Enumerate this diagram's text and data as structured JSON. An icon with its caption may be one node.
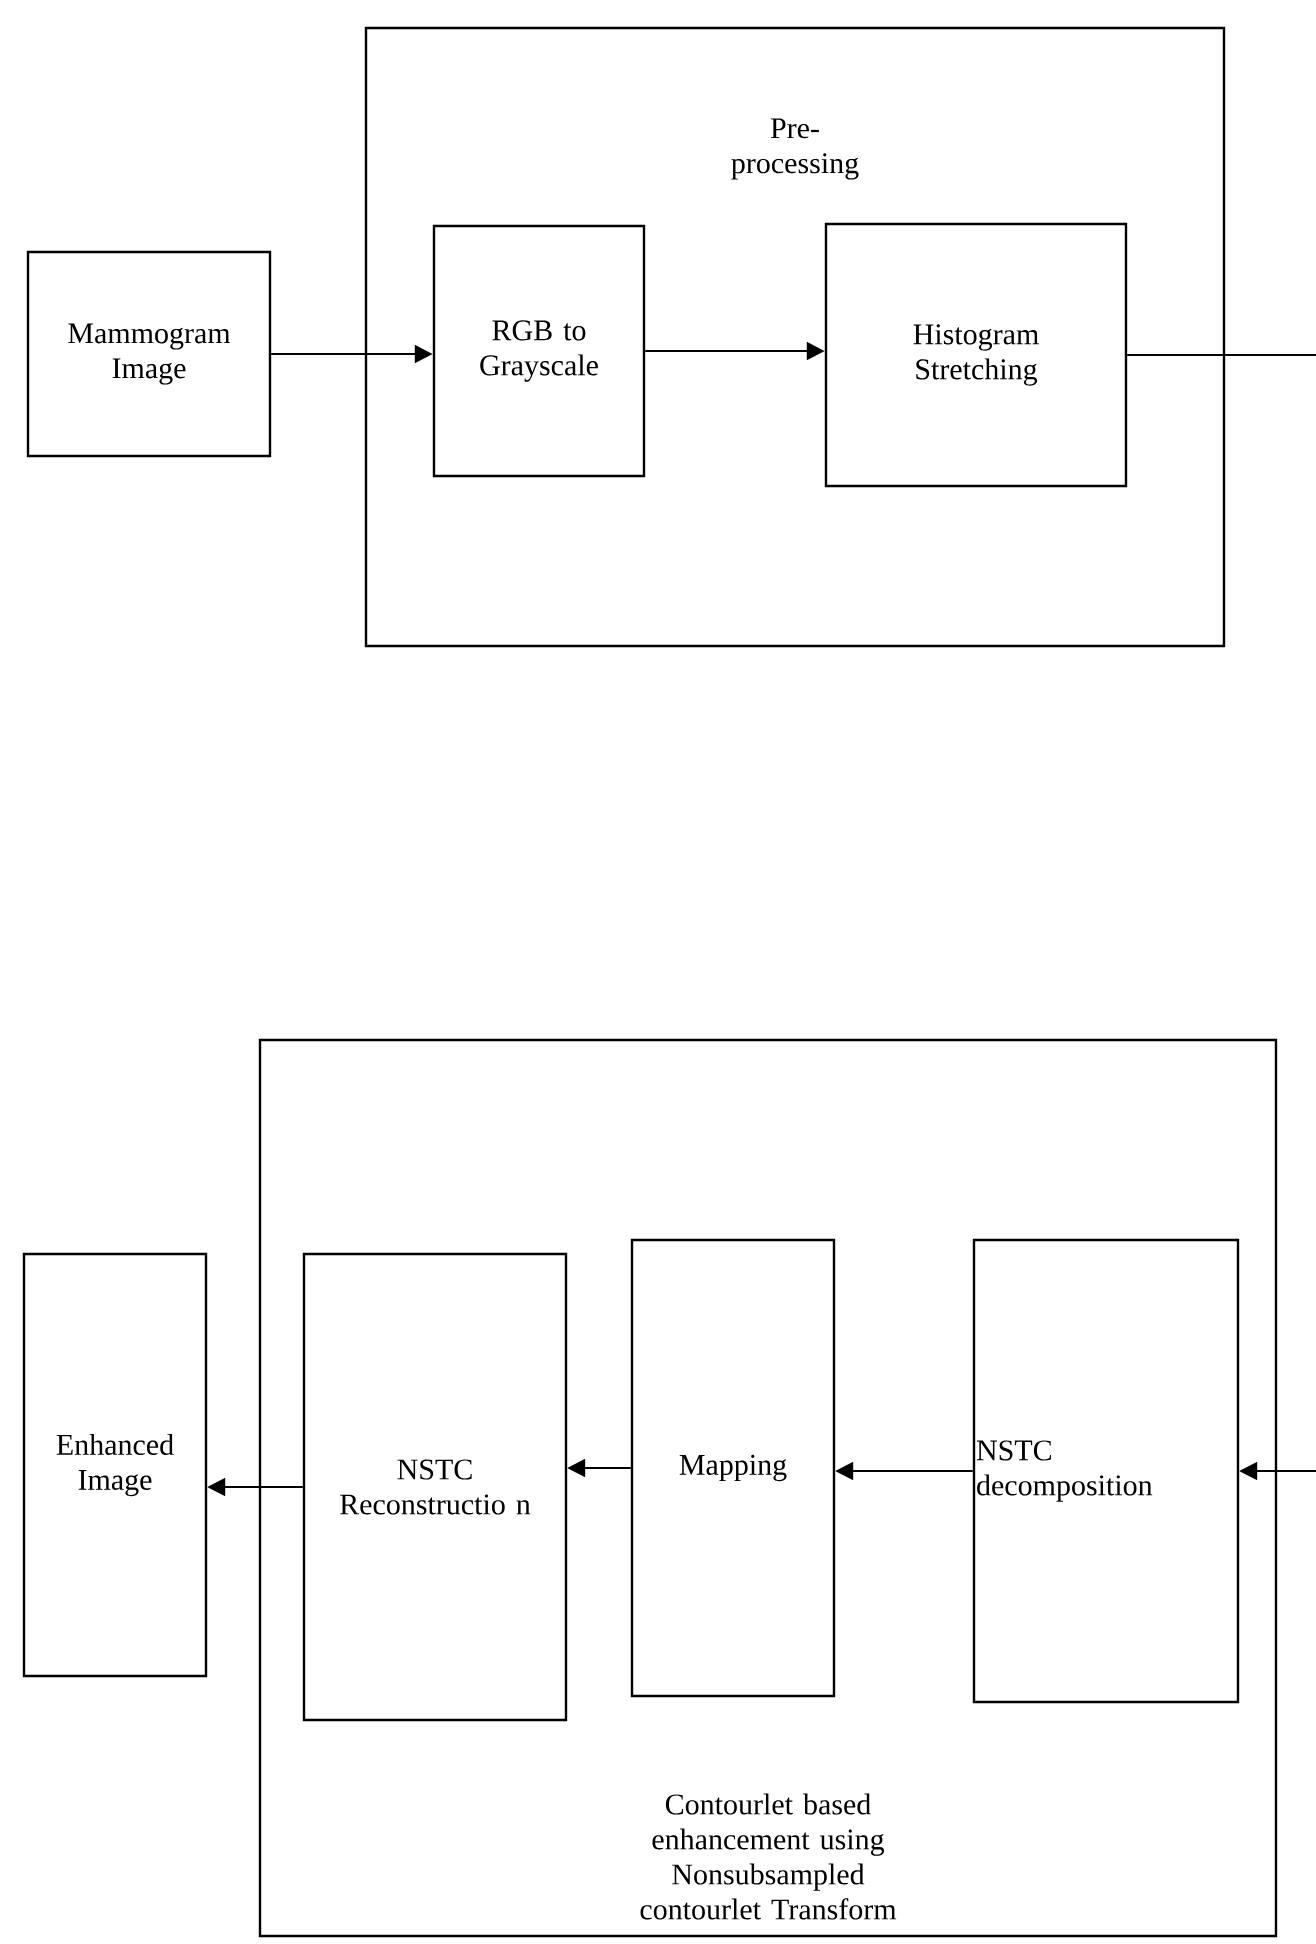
{
  "diagram": {
    "nodes": [
      {
        "text": [
          "Mammogram Image"
        ]
      },
      {
        "text": [
          "Pre- processing"
        ]
      },
      {
        "text": [
          "RGB to Grayscale"
        ],
        "in": 1
      },
      {
        "text": [
          "Histogram Stretching"
        ],
        "in": 1
      },
      {
        "text": [
          "Contourlet based enhancement using Nonsubsampled contourlet Transform"
        ]
      },
      {
        "text": [
          "Enhanced Image"
        ]
      },
      {
        "text": [
          "NSTC Reconstructio n"
        ],
        "in": 4
      },
      {
        "text": [
          "Mapping"
        ],
        "in": 4
      },
      {
        "text": [
          "NSTC decomposition"
        ],
        "in": 4
      }
    ],
    "edges": [
      {
        "from": 0,
        "to": 2,
        "arrow": "to"
      },
      {
        "from": 2,
        "to": 3,
        "arrow": "to"
      },
      {
        "from": 3,
        "to": null,
        "arrow": "none"
      },
      {
        "from": null,
        "to": 8,
        "arrow": "to"
      },
      {
        "from": 8,
        "to": 7,
        "arrow": "to"
      },
      {
        "from": 7,
        "to": 6,
        "arrow": "to"
      },
      {
        "from": 6,
        "to": 5,
        "arrow": "to"
      }
    ]
  }
}
